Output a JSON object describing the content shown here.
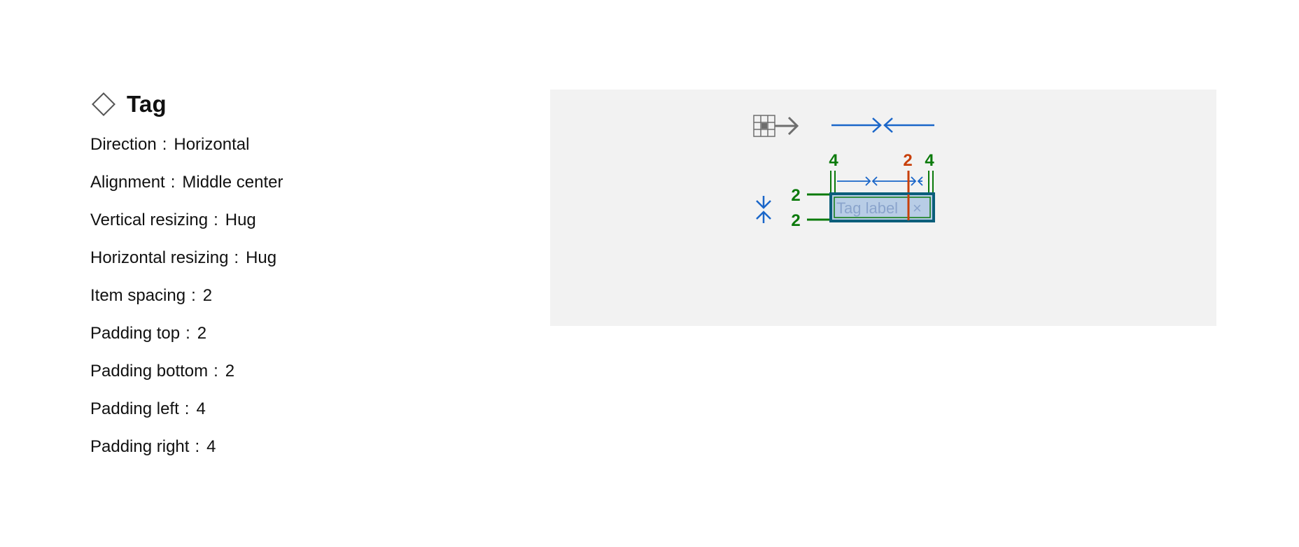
{
  "component": {
    "name": "Tag",
    "icon": "component-diamond-icon"
  },
  "properties": [
    {
      "label": "Direction",
      "sep": ":",
      "value": "Horizontal"
    },
    {
      "label": "Alignment",
      "sep": ":",
      "value": "Middle center"
    },
    {
      "label": "Vertical resizing",
      "sep": ":",
      "value": "Hug"
    },
    {
      "label": "Horizontal resizing",
      "sep": ":",
      "value": "Hug"
    },
    {
      "label": "Item spacing",
      "sep": ":",
      "value": "2"
    },
    {
      "label": "Padding top",
      "sep": ":",
      "value": "2"
    },
    {
      "label": "Padding bottom",
      "sep": ":",
      "value": "2"
    },
    {
      "label": "Padding left",
      "sep": ":",
      "value": "4"
    },
    {
      "label": "Padding right",
      "sep": ":",
      "value": "4"
    }
  ],
  "diagram": {
    "direction_icon": "grid-arrow-right-icon",
    "hug_width_icon": "hug-horizontal-icon",
    "hug_height_icon": "hug-vertical-icon",
    "padding_left_label": "4",
    "item_spacing_label": "2",
    "padding_right_label": "4",
    "padding_top_label": "2",
    "padding_bottom_label": "2",
    "tag_label": "Tag label",
    "close_glyph": "×",
    "colors": {
      "padding": "#0b7a0b",
      "spacing": "#c8400b",
      "hug": "#1a66c9",
      "icon_gray": "#6e6e6e",
      "tag_fill": "#b8cde6",
      "tag_text": "#8aa4cc",
      "panel_bg": "#f2f2f2"
    }
  }
}
